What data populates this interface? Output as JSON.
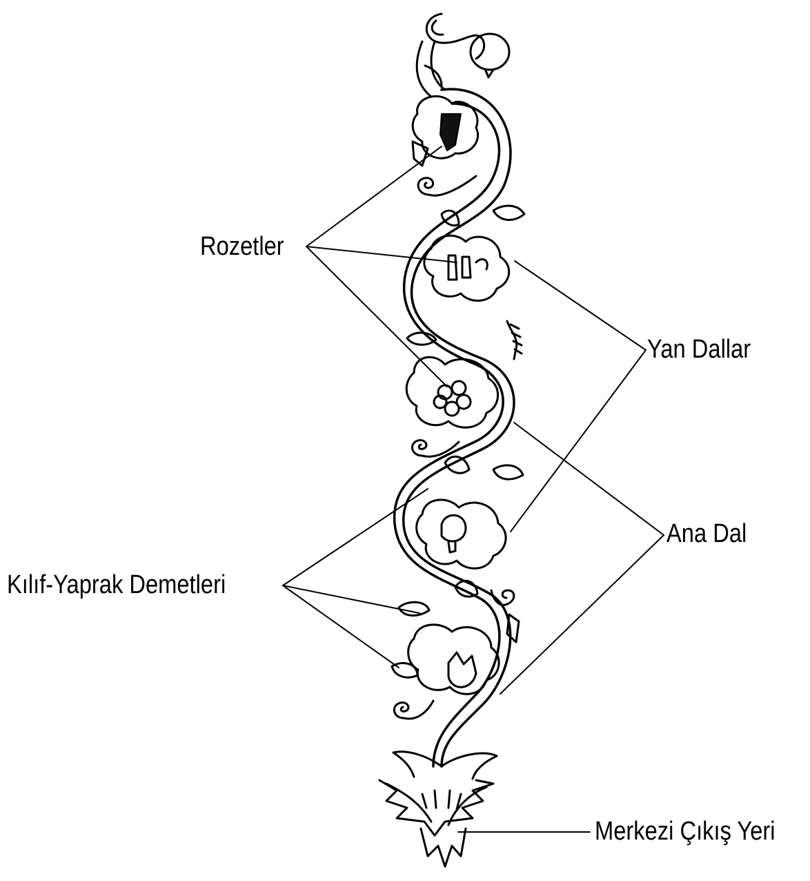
{
  "labels": {
    "rozetler": "Rozetler",
    "yan_dallar": "Yan Dallar",
    "ana_dal": "Ana Dal",
    "kilif_yaprak": "Kılıf-Yaprak Demetleri",
    "merkezi_cikis": "Merkezi Çıkış Yeri"
  },
  "colors": {
    "ink": "#000000",
    "paper": "#ffffff"
  }
}
